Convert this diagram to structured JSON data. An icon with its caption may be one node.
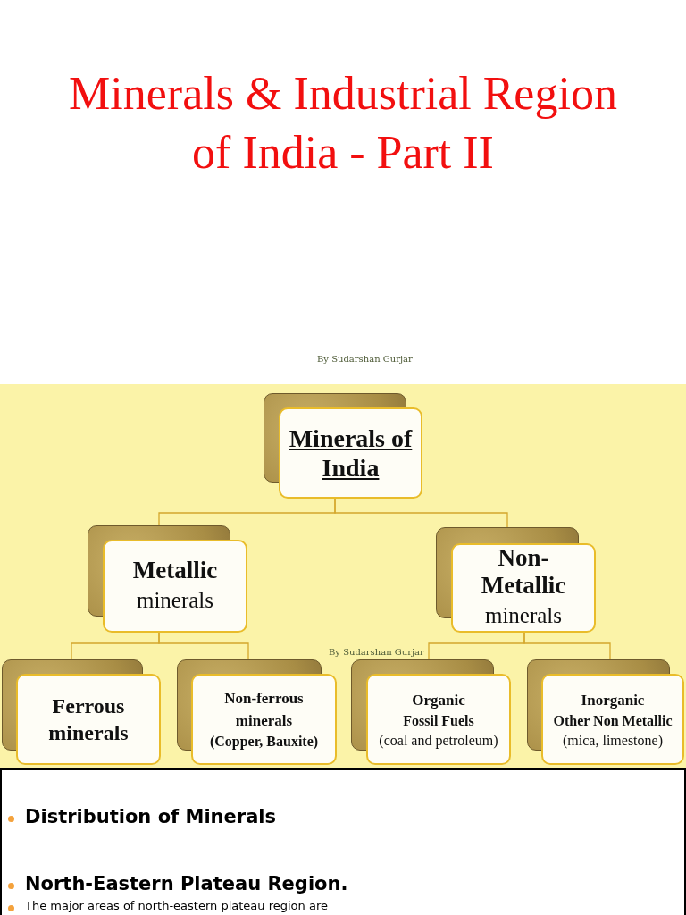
{
  "diagram": {
    "title": "Minerals & Industrial Region of India - Part II",
    "nodes": [
      {
        "text": [
          "Minerals of India"
        ]
      },
      {
        "text": [
          "Metallic",
          "minerals"
        ]
      },
      {
        "text": [
          "Non-Metallic",
          "minerals"
        ]
      },
      {
        "text": [
          "Ferrous minerals"
        ]
      },
      {
        "text": [
          "Non-ferrous minerals",
          "(Copper, Bauxite)"
        ]
      },
      {
        "text": [
          "Organic",
          "Fossil Fuels",
          "(coal and petroleum)"
        ]
      },
      {
        "text": [
          "Inorganic",
          "Other Non Metallic",
          "(mica, limestone)"
        ]
      }
    ],
    "edges": [
      {
        "from": 0,
        "to": 1,
        "arrow": "none"
      },
      {
        "from": 0,
        "to": 2,
        "arrow": "none"
      },
      {
        "from": 1,
        "to": 3,
        "arrow": "none"
      },
      {
        "from": 1,
        "to": 4,
        "arrow": "none"
      },
      {
        "from": 2,
        "to": 5,
        "arrow": "none"
      },
      {
        "from": 2,
        "to": 6,
        "arrow": "none"
      }
    ],
    "labels": [
      "By Sudarshan Gurjar",
      "By Sudarshan Gurjar",
      "Distribution of Minerals",
      "North-Eastern Plateau Region.",
      "The major areas of north-eastern plateau region are"
    ]
  }
}
